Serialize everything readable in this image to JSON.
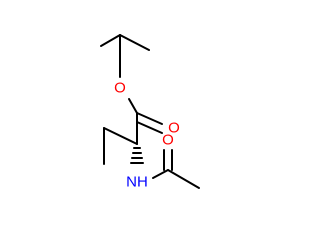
{
  "molecule": {
    "atoms": {
      "ester_oxygen": {
        "symbol": "O",
        "color": "#ff0000"
      },
      "carbonyl_oxygen_ester": {
        "symbol": "O",
        "color": "#ff0000"
      },
      "amide_nitrogen": {
        "symbol": "NH",
        "color": "#0000ff"
      },
      "carbonyl_oxygen_amide": {
        "symbol": "O",
        "color": "#ff0000"
      }
    },
    "bond_color": "#000000"
  }
}
